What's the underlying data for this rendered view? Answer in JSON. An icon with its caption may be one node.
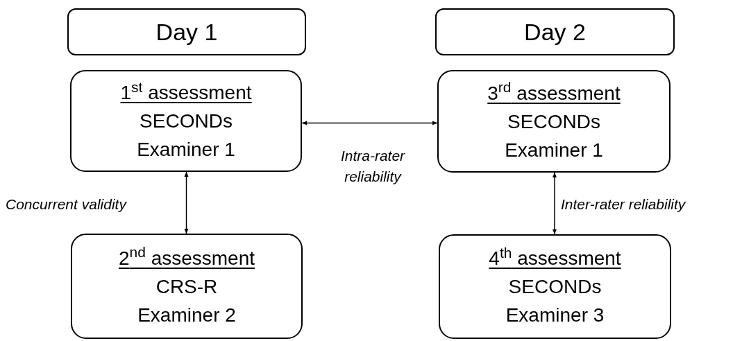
{
  "diagram": {
    "nodes": [
      {
        "text": [
          "Day 1"
        ]
      },
      {
        "text": [
          "Day 2"
        ]
      },
      {
        "text": [
          "1$^{st}$ assessment",
          "SECONDs",
          "Examiner 1"
        ]
      },
      {
        "text": [
          "3$^{rd}$ assessment",
          "SECONDs",
          "Examiner 1"
        ]
      },
      {
        "text": [
          "2$^{nd}$ assessment",
          "CRS-R",
          "Examiner 2"
        ]
      },
      {
        "text": [
          "4$^{th}$ assessment",
          "SECONDs",
          "Examiner 3"
        ]
      }
    ],
    "edges": [
      {
        "from": 2,
        "to": 3,
        "arrow": "both",
        "label": "Intra-rater reliability"
      },
      {
        "from": 2,
        "to": 4,
        "arrow": "both",
        "label": "Concurrent validity"
      },
      {
        "from": 3,
        "to": 5,
        "arrow": "both",
        "label": "Inter-rater reliability"
      }
    ]
  }
}
